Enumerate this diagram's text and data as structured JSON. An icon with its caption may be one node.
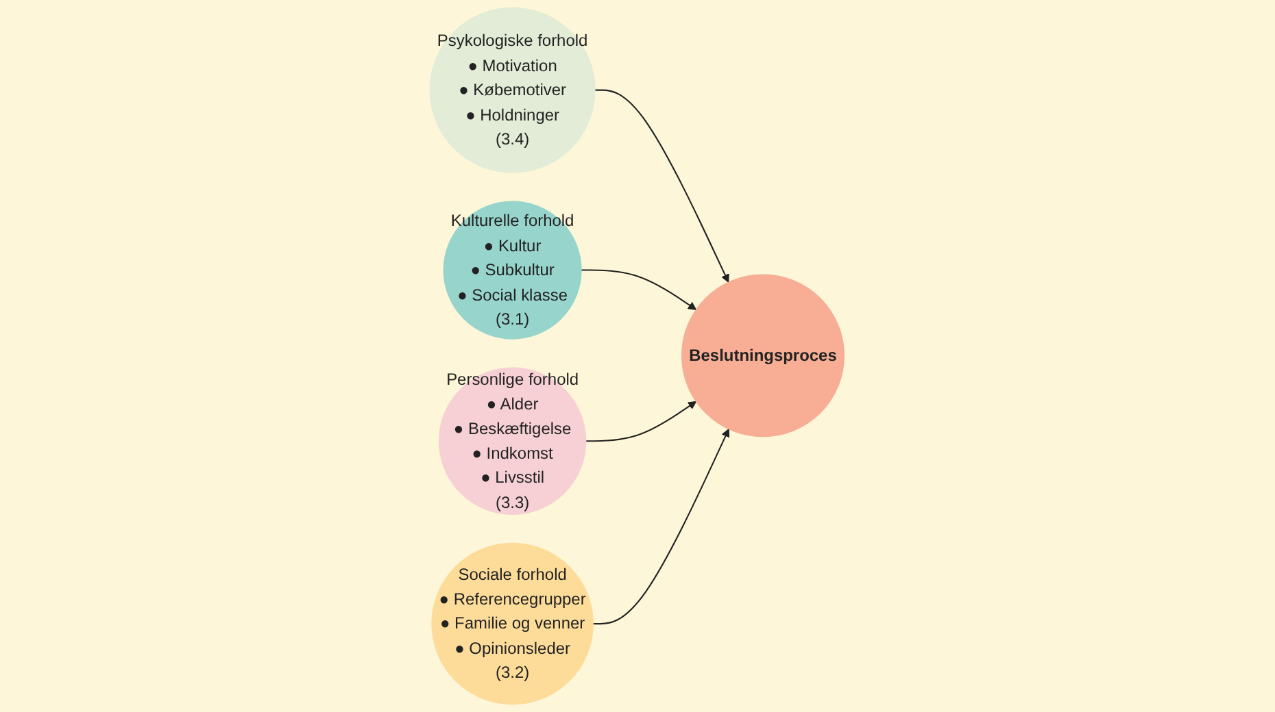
{
  "diagram": {
    "nodes": [
      {
        "text": [
          "Psykologiske forhold",
          "● Motivation",
          "● Købemotiver",
          "● Holdninger",
          "(3.4)"
        ]
      },
      {
        "text": [
          "Kulturelle forhold",
          "● Kultur",
          "● Subkultur",
          "● Social klasse",
          "(3.1)"
        ]
      },
      {
        "text": [
          "Beslutningsproces"
        ]
      },
      {
        "text": [
          "Personlige forhold",
          "● Alder",
          "● Beskæftigelse",
          "● Indkomst",
          "● Livsstil",
          "(3.3)"
        ]
      },
      {
        "text": [
          "Sociale forhold",
          "● Referencegrupper",
          "● Familie og venner",
          "● Opinionsleder",
          "(3.2)"
        ]
      }
    ],
    "edges": [
      {
        "from": 0,
        "to": 2,
        "arrow": "to"
      },
      {
        "from": 1,
        "to": 2,
        "arrow": "to"
      },
      {
        "from": 3,
        "to": 2,
        "arrow": "to"
      },
      {
        "from": 4,
        "to": 2,
        "arrow": "to"
      }
    ]
  }
}
